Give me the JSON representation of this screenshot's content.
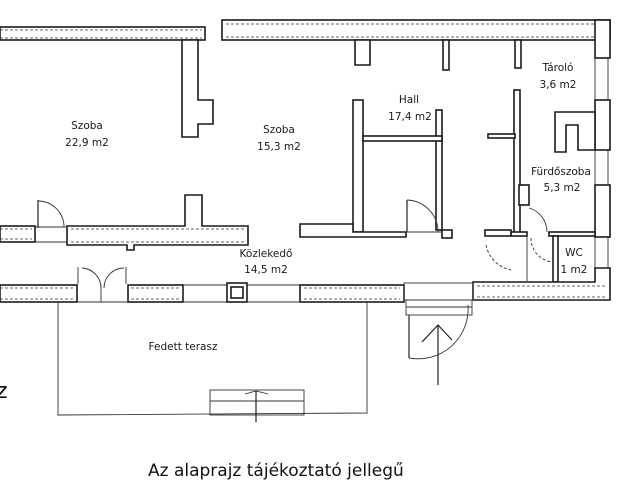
{
  "plan": {
    "rooms": [
      {
        "name": "Szoba",
        "area": "22,9 m2"
      },
      {
        "name": "Szoba",
        "area": "15,3 m2"
      },
      {
        "name": "Hall",
        "area": "17,4 m2"
      },
      {
        "name": "Tároló",
        "area": "3,6 m2"
      },
      {
        "name": "Fürdőszoba",
        "area": "5,3 m2"
      },
      {
        "name": "WC",
        "area": "1 m2"
      },
      {
        "name": "Közlekedő",
        "area": "14,5 m2"
      },
      {
        "name": "Fedett terasz",
        "area": ""
      }
    ],
    "edge_text": "z",
    "caption": "Az alaprajz tájékoztató jellegű"
  }
}
